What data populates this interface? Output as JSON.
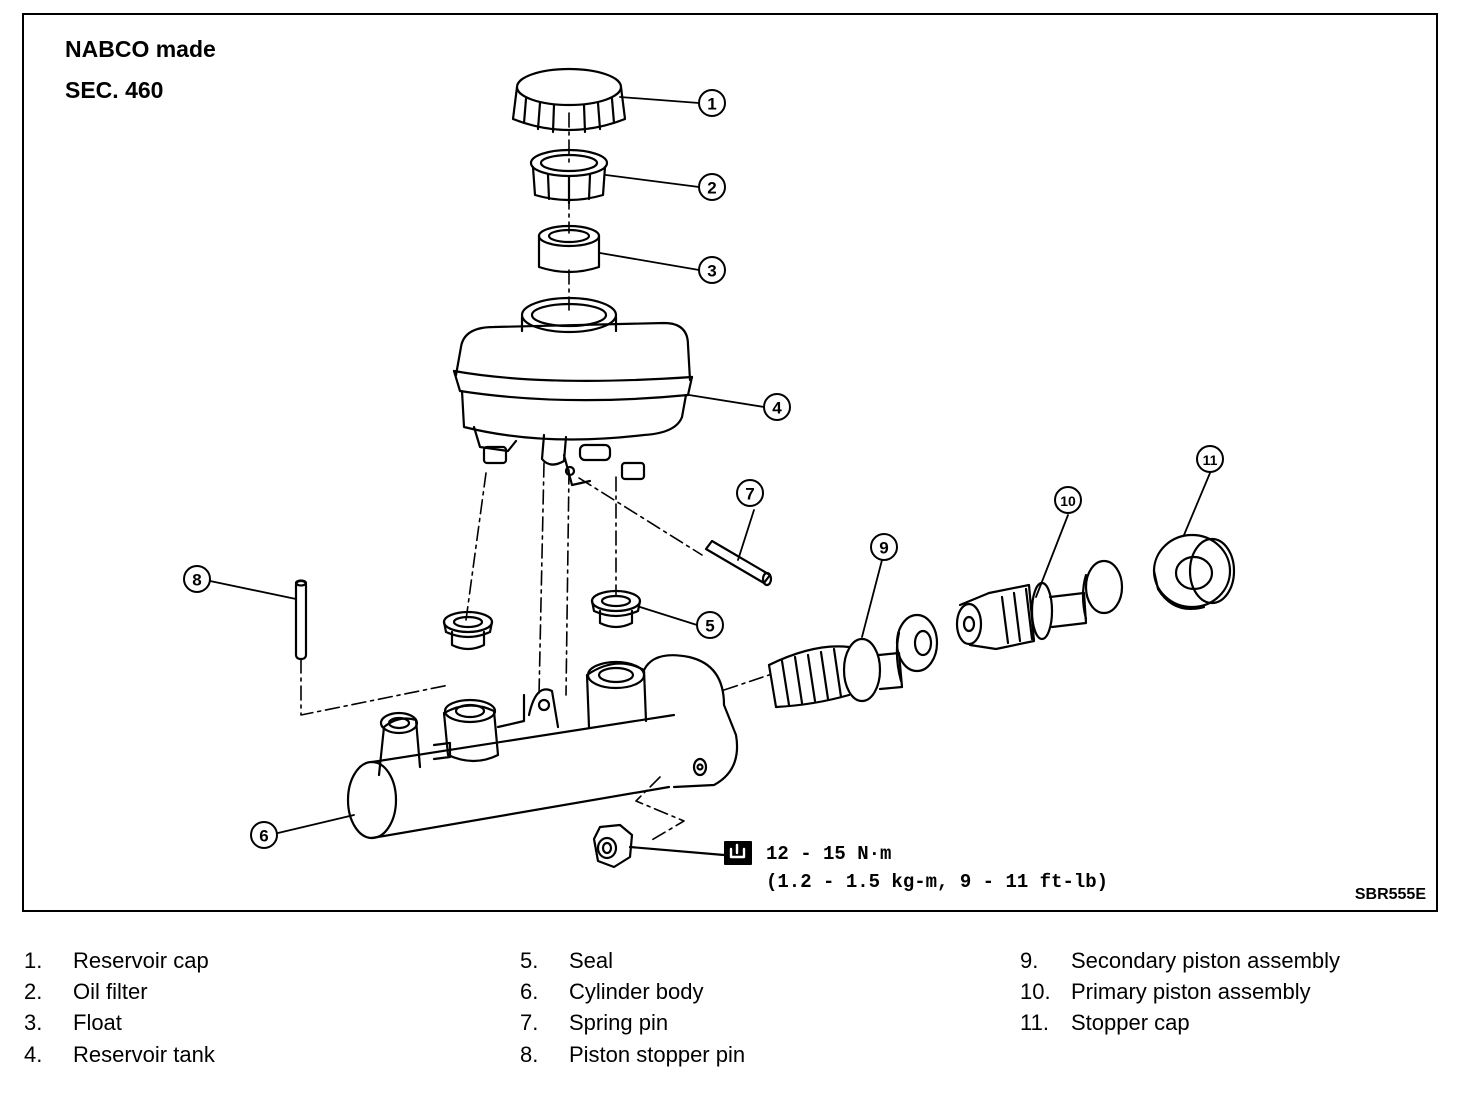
{
  "header": {
    "line1": "NABCO made",
    "line2": "SEC. 460"
  },
  "callouts": [
    "1",
    "2",
    "3",
    "4",
    "5",
    "6",
    "7",
    "8",
    "9",
    "10",
    "11"
  ],
  "torque": {
    "line1": "12 - 15 N·m",
    "line2": "(1.2 - 1.5 kg-m, 9 - 11 ft-lb)"
  },
  "reference_code": "SBR555E",
  "legend": {
    "col1": [
      {
        "num": "1.",
        "label": "Reservoir cap"
      },
      {
        "num": "2.",
        "label": "Oil filter"
      },
      {
        "num": "3.",
        "label": "Float"
      },
      {
        "num": "4.",
        "label": "Reservoir tank"
      }
    ],
    "col2": [
      {
        "num": "5.",
        "label": "Seal"
      },
      {
        "num": "6.",
        "label": "Cylinder body"
      },
      {
        "num": "7.",
        "label": "Spring pin"
      },
      {
        "num": "8.",
        "label": "Piston stopper pin"
      }
    ],
    "col3": [
      {
        "num": "9.",
        "label": "Secondary piston assembly"
      },
      {
        "num": "10.",
        "label": "Primary piston assembly"
      },
      {
        "num": "11.",
        "label": "Stopper cap"
      }
    ]
  },
  "colors": {
    "ink": "#000000",
    "paper": "#ffffff"
  },
  "icons": {
    "torque": "wrench-torque-icon"
  }
}
